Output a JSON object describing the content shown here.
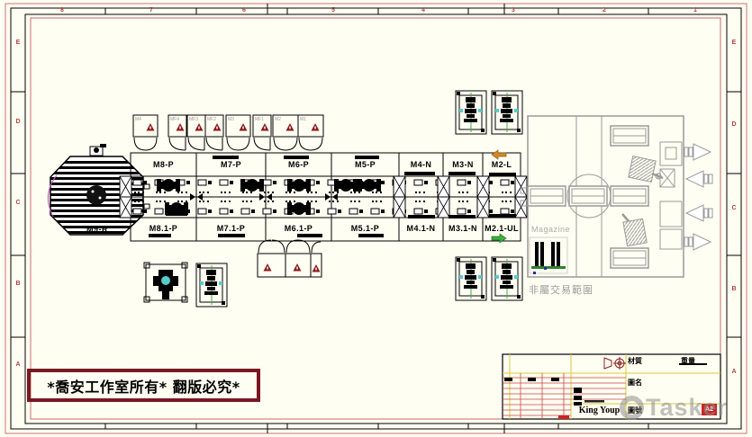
{
  "sheet": {
    "bg_color": "#FFFEF2",
    "outer_frame_color": "#D48A8A",
    "inner_frame_color": "#C96A6A",
    "zone_text_color": "#A94442"
  },
  "border": {
    "top_numbers": [
      "8",
      "7",
      "6",
      "5",
      "4",
      "3",
      "2",
      "1"
    ],
    "left_letters": [
      "E",
      "D",
      "C",
      "B",
      "A"
    ],
    "right_letters": [
      "E",
      "D",
      "C",
      "B",
      "A"
    ]
  },
  "line": {
    "machine_left_label": "M9-R",
    "stations_top": [
      "M8-P",
      "M7-P",
      "M6-P",
      "M5-P",
      "M4-N",
      "M3-N",
      "M2-L"
    ],
    "stations_bottom": [
      "M8.1-P",
      "M7.1-P",
      "M6.1-P",
      "M5.1-P",
      "M4.1-N",
      "M3.1-N",
      "M2.1-UL"
    ],
    "load_arrow_color": "#D4882A",
    "unload_arrow_color": "#3FAF3F"
  },
  "warning_row": {
    "labels": [
      "M4",
      "MF4",
      "MF3",
      "MF2",
      "M3",
      "MF1",
      "M2",
      "M1"
    ],
    "triangle_color": "#8B1A1A",
    "label_color": "#9A9A9A"
  },
  "right_machine": {
    "magazine_label": "Magazine",
    "note": "非屬交易範圍",
    "line_color": "#9A9A9A"
  },
  "notice": {
    "text": "*喬安工作室所有* 翻版必究*",
    "border_color": "#7A1822"
  },
  "title_block": {
    "material_label": "材質",
    "weight_label": "重量",
    "name_label": "圖名",
    "number_label": "圖號",
    "company": "King Youp",
    "size_code": "A2",
    "size_badge_color": "#CC2222",
    "grid_yellow": "#D9C93F",
    "grid_red": "#C94444"
  },
  "watermark": {
    "text": "Tasker"
  }
}
